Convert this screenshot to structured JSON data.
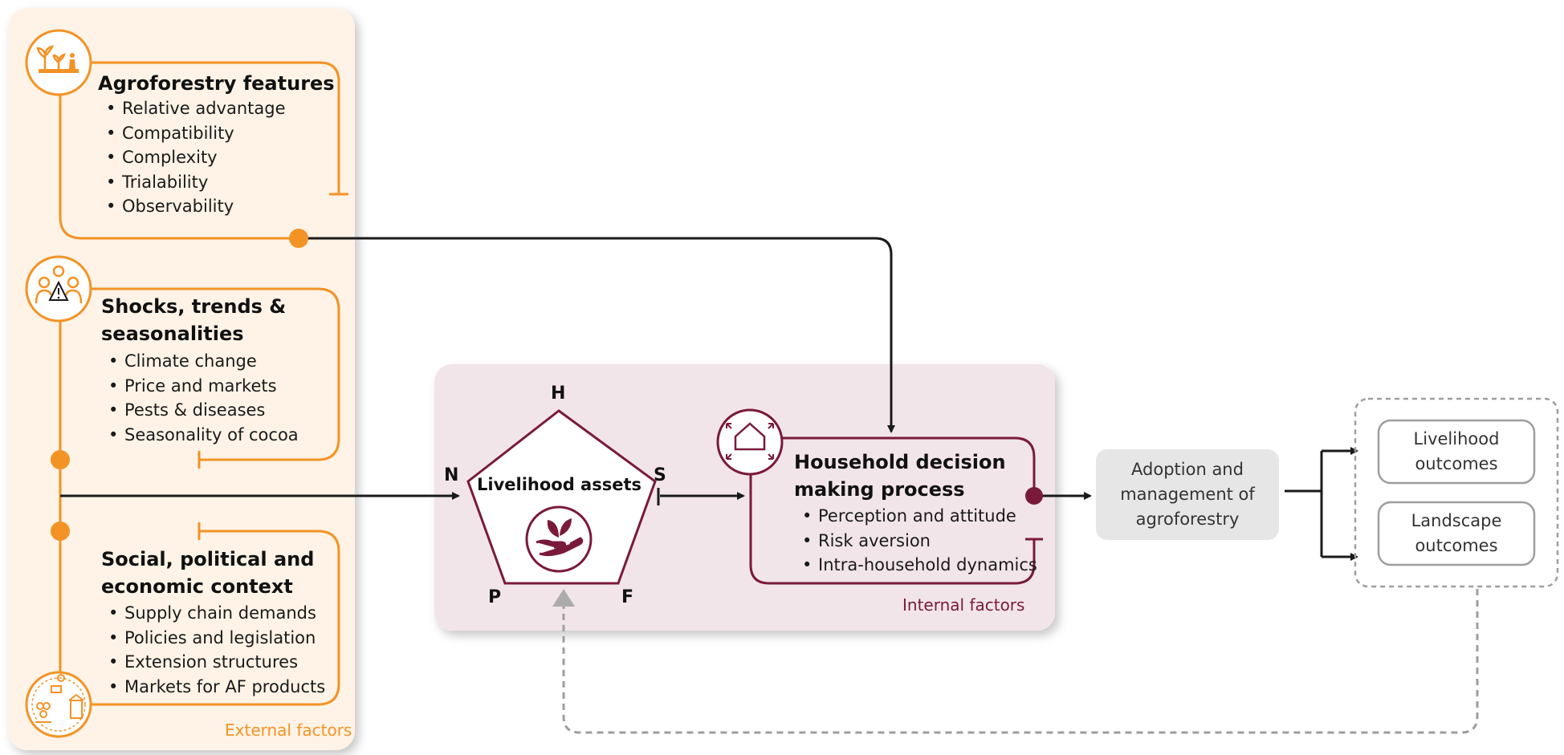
{
  "external": {
    "agroforestry": {
      "title": "Agroforestry features",
      "items": [
        "Relative advantage",
        "Compatibility",
        "Complexity",
        "Trialability",
        "Observability"
      ]
    },
    "shocks": {
      "title_line1": "Shocks, trends &",
      "title_line2": "seasonalities",
      "items": [
        "Climate change",
        "Price and markets",
        "Pests & diseases",
        "Seasonality of cocoa"
      ]
    },
    "social": {
      "title_line1": "Social, political and",
      "title_line2": "economic context",
      "items": [
        "Supply chain demands",
        "Policies and legislation",
        "Extension structures",
        "Markets for AF products"
      ]
    },
    "caption": "External factors"
  },
  "internal": {
    "assets": {
      "title": "Livelihood assets",
      "vertices": {
        "top": "H",
        "left": "N",
        "right": "S",
        "bottom_left": "P",
        "bottom_right": "F"
      }
    },
    "household": {
      "title_line1": "Household decision",
      "title_line2": "making process",
      "items": [
        "Perception and attitude",
        "Risk aversion",
        "Intra-household dynamics"
      ]
    },
    "caption": "Internal factors"
  },
  "adoption": {
    "label": "Adoption and management of agroforestry"
  },
  "outcomes": {
    "livelihood": "Livelihood outcomes",
    "landscape": "Landscape outcomes"
  },
  "colors": {
    "orange": "#F39325",
    "orange_panel": "#FEF3E6",
    "maroon": "#7A1A3A",
    "pink_panel": "#F2E5EA",
    "gray_box": "#E6E6E6",
    "gray_line": "#9E9E9E",
    "arrow": "#1a1a1a"
  },
  "icons": [
    "plants-farmer-icon",
    "people-warning-icon",
    "market-community-icon",
    "house-expand-icon",
    "hand-leaves-icon"
  ]
}
